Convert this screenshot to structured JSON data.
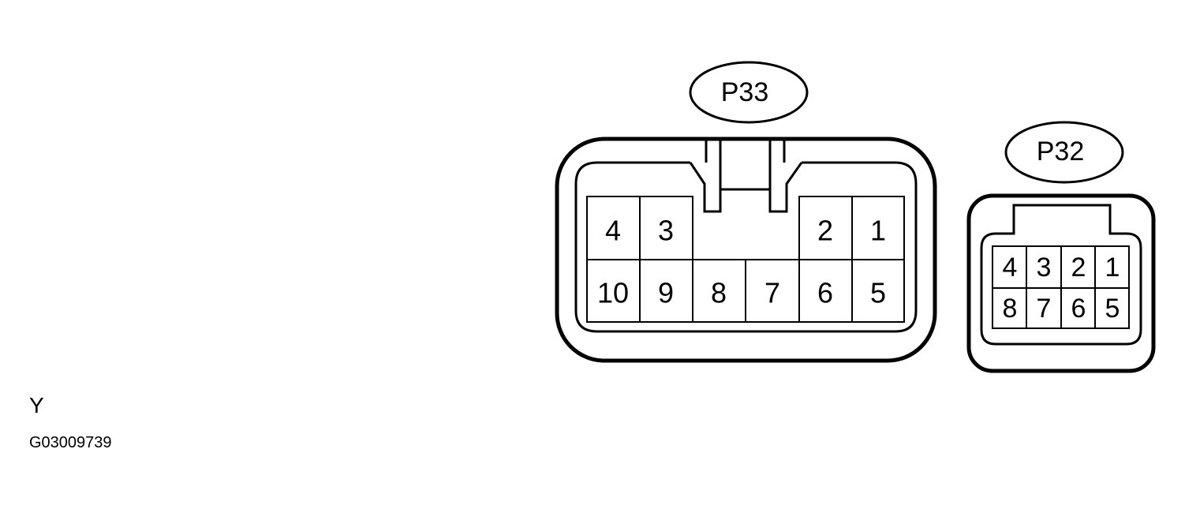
{
  "connectors": {
    "p33": {
      "label": "P33",
      "top_pins": [
        "4",
        "3",
        "2",
        "1"
      ],
      "bottom_pins": [
        "10",
        "9",
        "8",
        "7",
        "6",
        "5"
      ]
    },
    "p32": {
      "label": "P32",
      "top_pins": [
        "4",
        "3",
        "2",
        "1"
      ],
      "bottom_pins": [
        "8",
        "7",
        "6",
        "5"
      ]
    }
  },
  "footer": {
    "view_letter": "Y",
    "figure_id": "G03009739"
  }
}
